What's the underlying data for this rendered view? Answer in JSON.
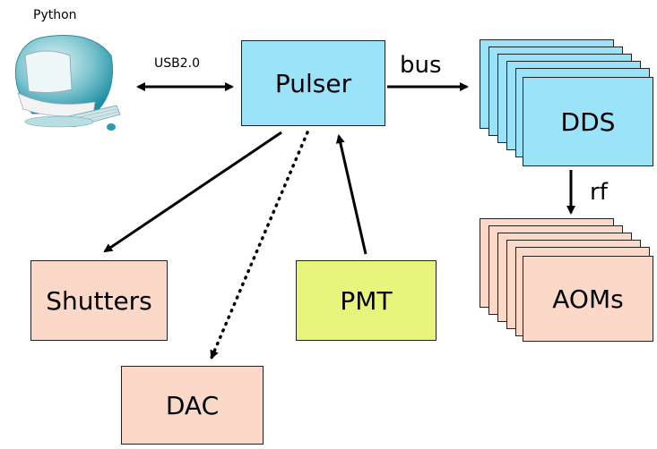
{
  "computer": {
    "label": "Python",
    "icon": "imac-computer-icon"
  },
  "link_usb": {
    "label": "USB2.0"
  },
  "link_bus": {
    "label": "bus"
  },
  "link_rf": {
    "label": "rf"
  },
  "nodes": {
    "pulser": {
      "label": "Pulser",
      "color": "#9be3f9"
    },
    "dds": {
      "label": "DDS",
      "color": "#9be3f9"
    },
    "aoms": {
      "label": "AOMs",
      "color": "#fbd8c8"
    },
    "shutters": {
      "label": "Shutters",
      "color": "#fbd8c8"
    },
    "pmt": {
      "label": "PMT",
      "color": "#e8f57c"
    },
    "dac": {
      "label": "DAC",
      "color": "#fbd8c8"
    }
  }
}
